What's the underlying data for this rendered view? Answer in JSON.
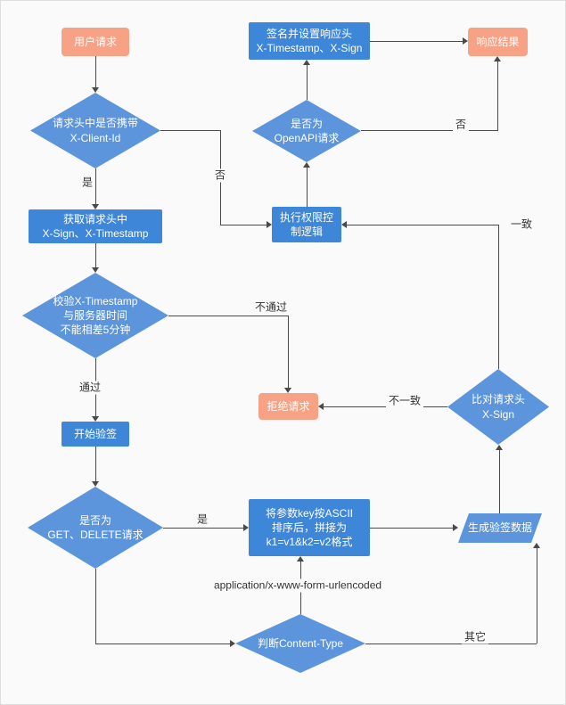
{
  "nodes": {
    "user_request": "用户请求",
    "check_client_id": "请求头中是否携带\nX-Client-Id",
    "get_headers": "获取请求头中\nX-Sign、X-Timestamp",
    "check_timestamp": "校验X-Timestamp\n与服务器时间\n不能相差5分钟",
    "start_verify": "开始验签",
    "check_method": "是否为\nGET、DELETE请求",
    "sort_params": "将参数key按ASCII\n排序后，拼接为\nk1=v1&k2=v2格式",
    "gen_sign_data": "生成验签数据",
    "compare_sign": "比对请求头\nX-Sign",
    "reject_request": "拒绝请求",
    "acl_logic": "执行权限控\n制逻辑",
    "check_openapi": "是否为\nOpenAPI请求",
    "sign_response": "签名并设置响应头\nX-Timestamp、X-Sign",
    "response_result": "响应结果",
    "check_content_type": "判断Content-Type"
  },
  "edge_labels": {
    "client_id_yes": "是",
    "client_id_no": "否",
    "timestamp_pass": "通过",
    "timestamp_fail": "不通过",
    "method_yes": "是",
    "sign_mismatch": "不一致",
    "sign_match": "一致",
    "openapi_no": "否",
    "content_type_form": "application/x-www-form-urlencoded",
    "content_type_other": "其它"
  },
  "colors": {
    "rect_blue": "#3E86D8",
    "shape_blue": "#5C95DB",
    "accent_salmon": "#F7A284",
    "line": "#4A4A4A",
    "background": "#FAFAFA"
  }
}
